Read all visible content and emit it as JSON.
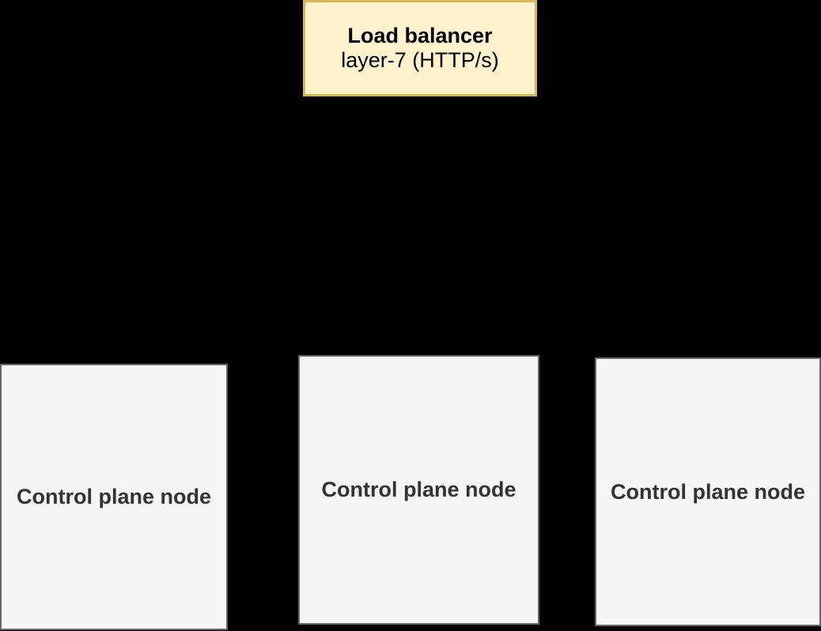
{
  "diagram": {
    "background_color": "#000000",
    "load_balancer": {
      "title": "Load balancer",
      "subtitle": "layer-7 (HTTP/s)",
      "fill_color": "#fff2cc",
      "stroke_color": "#d6b656",
      "text_color": "#000000"
    },
    "control_plane_nodes": [
      {
        "label": "Control plane node"
      },
      {
        "label": "Control plane node"
      },
      {
        "label": "Control plane node"
      }
    ],
    "control_plane_style": {
      "fill_color": "#f5f5f5",
      "stroke_color": "#666666",
      "text_color": "#333333"
    }
  }
}
